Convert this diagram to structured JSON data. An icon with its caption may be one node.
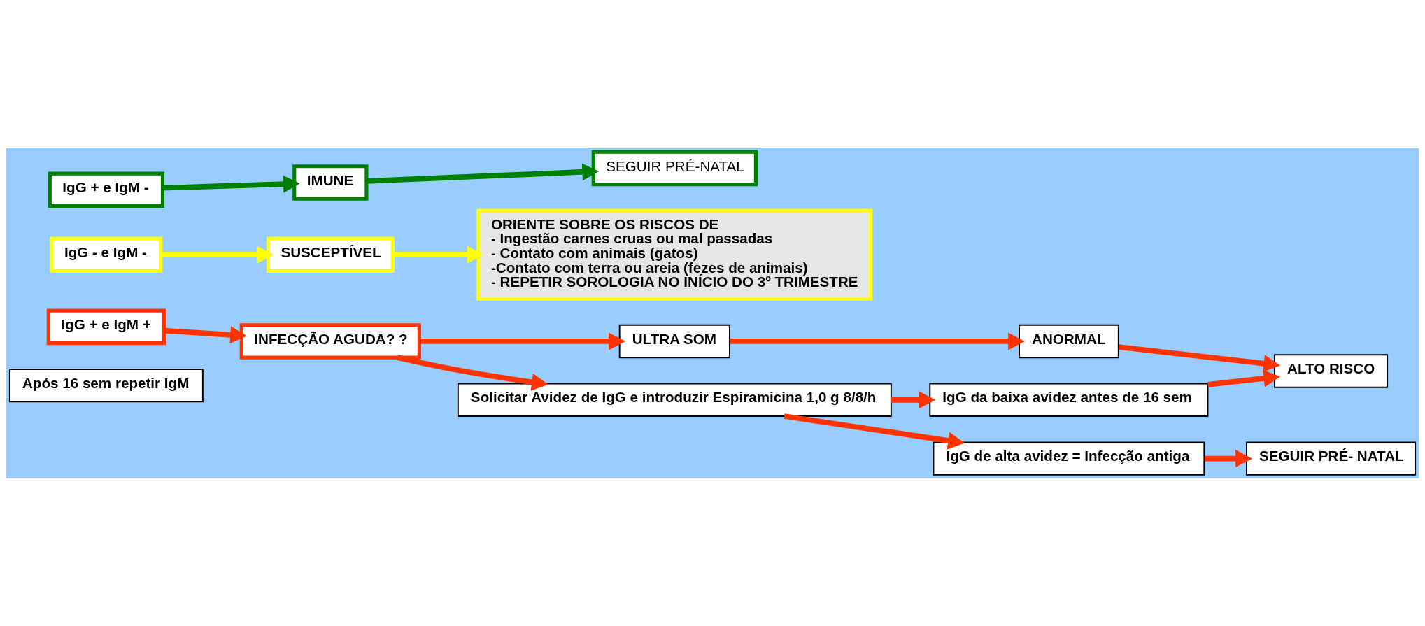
{
  "diagram": {
    "nodes": [
      {
        "text": [
          "IgG + e IgM -"
        ]
      },
      {
        "text": [
          "IMUNE"
        ]
      },
      {
        "text": [
          "SEGUIR PRÉ-NATAL"
        ]
      },
      {
        "text": [
          "IgG - e IgM -"
        ]
      },
      {
        "text": [
          "SUSCEPTÍVEL"
        ]
      },
      {
        "text": [
          "ORIENTE SOBRE OS RISCOS DE",
          "- Ingestão carnes cruas ou mal passadas",
          "- Contato com animais (gatos)",
          "-Contato com terra ou areia (fezes de animais)",
          "- REPETIR SOROLOGIA NO INÍCIO DO 3º TRIMESTRE"
        ]
      },
      {
        "text": [
          "INFECÇÃO AGUDA? ?"
        ]
      },
      {
        "text": [
          "IgG + e IgM +"
        ]
      },
      {
        "text": [
          "ULTRA SOM"
        ]
      },
      {
        "text": [
          "ANORMAL"
        ]
      },
      {
        "text": [
          "ALTO RISCO"
        ]
      },
      {
        "text": [
          "Solicitar Avidez de IgG e introduzir Espiramicina 1,0 g 8/8/h"
        ]
      },
      {
        "text": [
          "IgG da baixa avidez antes de 16 sem"
        ]
      },
      {
        "text": [
          "Após 16 sem repetir IgM"
        ]
      },
      {
        "text": [
          "IgG de alta avidez = Infecção antiga"
        ]
      },
      {
        "text": [
          "SEGUIR PRÉ- NATAL"
        ]
      }
    ],
    "edges": [
      {
        "from": 0,
        "to": 1,
        "arrow": "to",
        "color": "#008000"
      },
      {
        "from": 1,
        "to": 2,
        "arrow": "to",
        "color": "#008000"
      },
      {
        "from": 3,
        "to": 4,
        "arrow": "to",
        "color": "#ffff00"
      },
      {
        "from": 4,
        "to": 5,
        "arrow": "to",
        "color": "#ffff00"
      },
      {
        "from": 7,
        "to": 6,
        "arrow": "to"
      },
      {
        "from": 6,
        "to": 8,
        "arrow": "to"
      },
      {
        "from": 6,
        "to": 11,
        "arrow": "to"
      },
      {
        "from": 8,
        "to": 9,
        "arrow": "to"
      },
      {
        "from": 9,
        "to": 10,
        "arrow": "to"
      },
      {
        "from": 11,
        "to": 12,
        "arrow": "to"
      },
      {
        "from": 12,
        "to": 10,
        "arrow": "to"
      },
      {
        "from": 11,
        "to": 14,
        "arrow": "to"
      },
      {
        "from": 14,
        "to": 15,
        "arrow": "to"
      }
    ]
  }
}
